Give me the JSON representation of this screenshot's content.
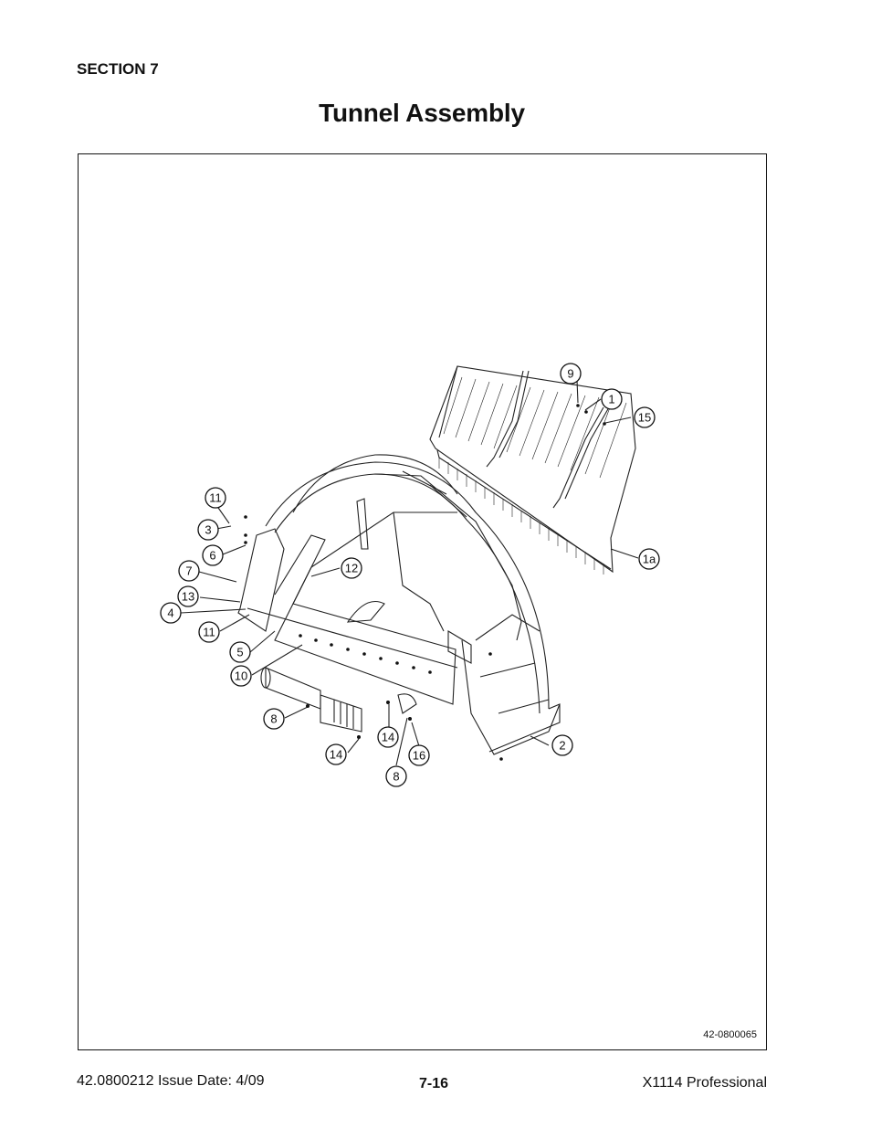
{
  "header": {
    "section": "SECTION 7",
    "title": "Tunnel Assembly"
  },
  "figure": {
    "drawing_number": "42-0800065",
    "callouts": [
      "9",
      "1",
      "15",
      "1a",
      "11",
      "3",
      "6",
      "7",
      "13",
      "4",
      "11",
      "5",
      "10",
      "12",
      "8",
      "14",
      "14",
      "8",
      "16",
      "2"
    ]
  },
  "footer": {
    "doc_info": "42.0800212  Issue Date: 4/09",
    "page_number": "7-16",
    "product": "X1114 Professional"
  }
}
